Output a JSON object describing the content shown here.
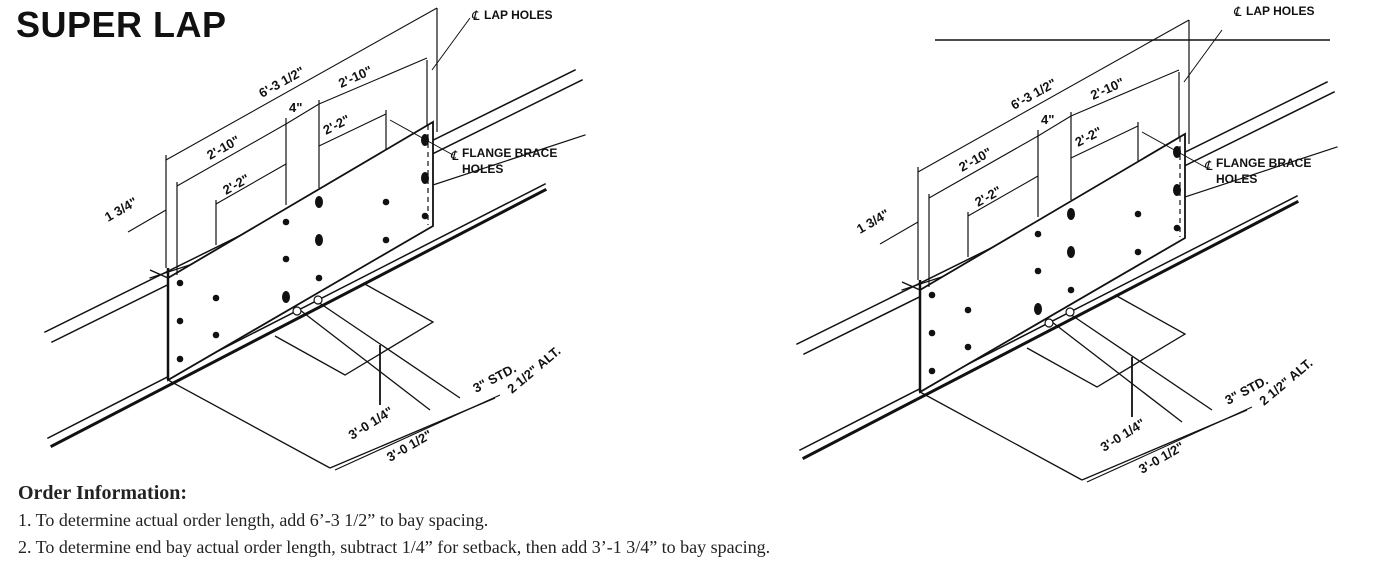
{
  "title": "SUPER LAP",
  "labels": {
    "cl_symbol": "℄",
    "lap_holes": "LAP HOLES",
    "flange_brace_1": "FLANGE BRACE",
    "flange_brace_2": "HOLES",
    "overall": "6'-3 1/2\"",
    "right_outer": "2'-10\"",
    "left_outer": "2'-10\"",
    "gap": "4\"",
    "right_inner": "2'-2\"",
    "left_inner": "2'-2\"",
    "edge": "1 3/4\"",
    "std": "3\" STD.",
    "alt": "2 1/2\" ALT.",
    "len_inner": "3'-0 1/4\"",
    "len_outer": "3'-0 1/2\""
  },
  "order_info": {
    "heading": "Order Information:",
    "line1": "1. To determine actual order length, add 6’-3 1/2” to bay spacing.",
    "line2": "2. To determine end bay actual order length, subtract 1/4” for setback, then add 3’-1 3/4” to bay spacing."
  }
}
